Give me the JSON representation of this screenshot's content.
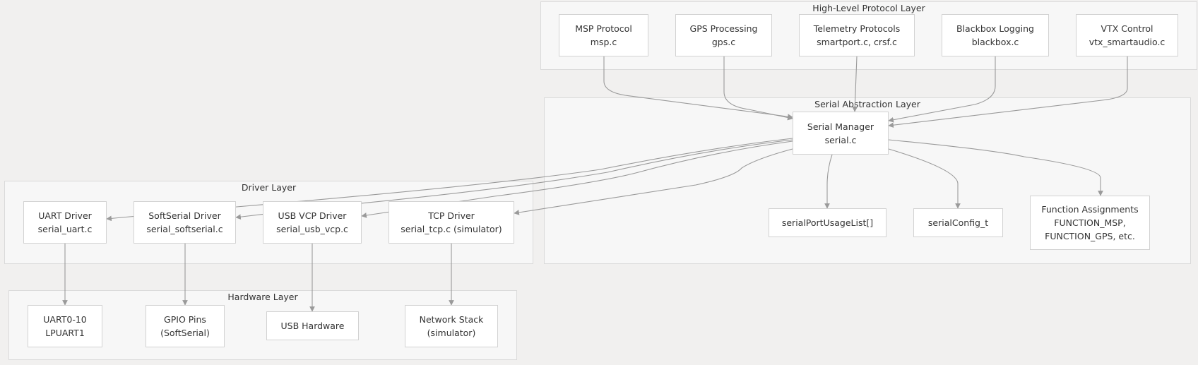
{
  "layers": {
    "protocol": "High-Level Protocol Layer",
    "abstraction": "Serial Abstraction Layer",
    "driver": "Driver Layer",
    "hardware": "Hardware Layer"
  },
  "nodes": {
    "msp": [
      "MSP Protocol",
      "msp.c"
    ],
    "gps": [
      "GPS Processing",
      "gps.c"
    ],
    "telemetry": [
      "Telemetry Protocols",
      "smartport.c, crsf.c"
    ],
    "blackbox": [
      "Blackbox Logging",
      "blackbox.c"
    ],
    "vtx": [
      "VTX Control",
      "vtx_smartaudio.c"
    ],
    "serial_manager": [
      "Serial Manager",
      "serial.c"
    ],
    "usage_list": [
      "serialPortUsageList[]"
    ],
    "config": [
      "serialConfig_t"
    ],
    "functions": [
      "Function Assignments",
      "FUNCTION_MSP,",
      "FUNCTION_GPS, etc."
    ],
    "uart_driver": [
      "UART Driver",
      "serial_uart.c"
    ],
    "softserial_driver": [
      "SoftSerial Driver",
      "serial_softserial.c"
    ],
    "usbvcp_driver": [
      "USB VCP Driver",
      "serial_usb_vcp.c"
    ],
    "tcp_driver": [
      "TCP Driver",
      "serial_tcp.c (simulator)"
    ],
    "uart_hw": [
      "UART0-10",
      "LPUART1"
    ],
    "gpio_hw": [
      "GPIO Pins",
      "(SoftSerial)"
    ],
    "usb_hw": [
      "USB Hardware"
    ],
    "network_hw": [
      "Network Stack",
      "(simulator)"
    ]
  },
  "edges": [
    [
      "msp",
      "serial_manager"
    ],
    [
      "gps",
      "serial_manager"
    ],
    [
      "telemetry",
      "serial_manager"
    ],
    [
      "blackbox",
      "serial_manager"
    ],
    [
      "vtx",
      "serial_manager"
    ],
    [
      "serial_manager",
      "uart_driver"
    ],
    [
      "serial_manager",
      "softserial_driver"
    ],
    [
      "serial_manager",
      "usbvcp_driver"
    ],
    [
      "serial_manager",
      "tcp_driver"
    ],
    [
      "serial_manager",
      "usage_list"
    ],
    [
      "serial_manager",
      "config"
    ],
    [
      "serial_manager",
      "functions"
    ],
    [
      "uart_driver",
      "uart_hw"
    ],
    [
      "softserial_driver",
      "gpio_hw"
    ],
    [
      "usbvcp_driver",
      "usb_hw"
    ],
    [
      "tcp_driver",
      "network_hw"
    ]
  ]
}
